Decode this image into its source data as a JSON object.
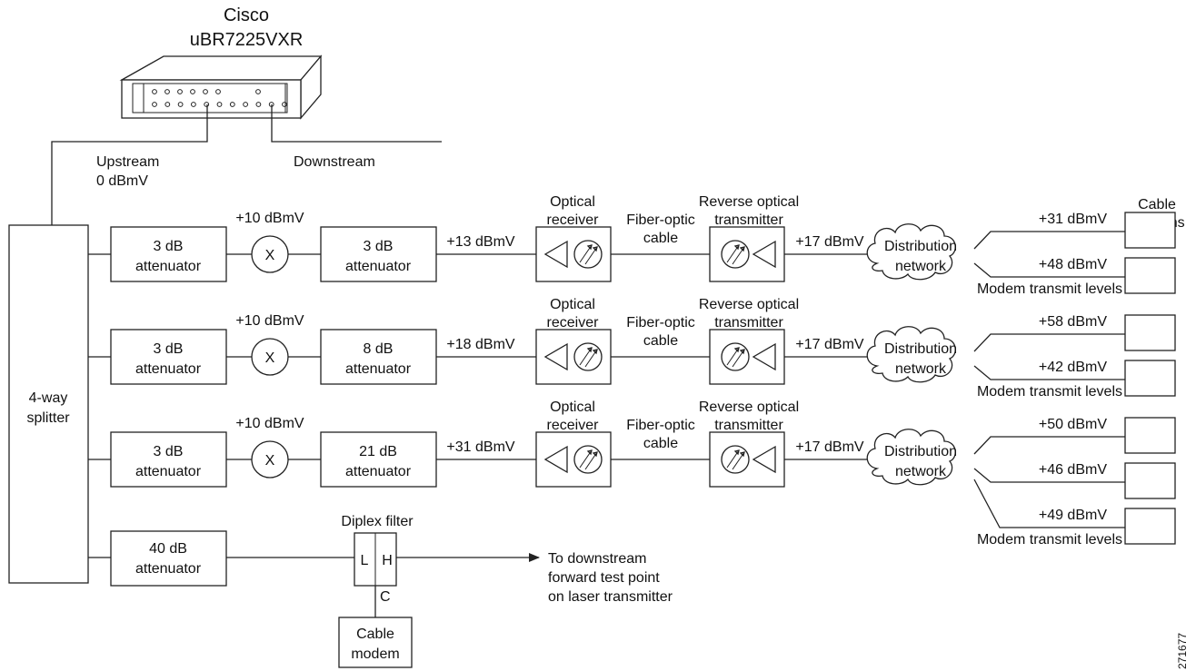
{
  "router": {
    "line1": "Cisco",
    "line2": "uBR7225VXR"
  },
  "upstream": {
    "line1": "Upstream",
    "line2": "0 dBmV"
  },
  "downstream": "Downstream",
  "splitter": {
    "line1": "4-way",
    "line2": "splitter"
  },
  "cable_modems_header": {
    "line1": "Cable",
    "line2": "modems"
  },
  "chains": [
    {
      "att1": {
        "line1": "3 dB",
        "line2": "attenuator"
      },
      "tap_level": "+10 dBmV",
      "tap_mark": "X",
      "att2": {
        "line1": "3 dB",
        "line2": "attenuator"
      },
      "rx_level": "+13 dBmV",
      "optical_receiver": {
        "line1": "Optical",
        "line2": "receiver"
      },
      "fiber": {
        "line1": "Fiber-optic",
        "line2": "cable"
      },
      "reverse_tx": {
        "line1": "Reverse optical",
        "line2": "transmitter"
      },
      "tx_level": "+17 dBmV",
      "network": {
        "line1": "Distribution",
        "line2": "network"
      },
      "modems": [
        "+31 dBmV",
        "+48 dBmV"
      ],
      "transmit_label": "Modem transmit levels"
    },
    {
      "att1": {
        "line1": "3 dB",
        "line2": "attenuator"
      },
      "tap_level": "+10 dBmV",
      "tap_mark": "X",
      "att2": {
        "line1": "8 dB",
        "line2": "attenuator"
      },
      "rx_level": "+18 dBmV",
      "optical_receiver": {
        "line1": "Optical",
        "line2": "receiver"
      },
      "fiber": {
        "line1": "Fiber-optic",
        "line2": "cable"
      },
      "reverse_tx": {
        "line1": "Reverse optical",
        "line2": "transmitter"
      },
      "tx_level": "+17 dBmV",
      "network": {
        "line1": "Distribution",
        "line2": "network"
      },
      "modems": [
        "+58 dBmV",
        "+42 dBmV"
      ],
      "transmit_label": "Modem transmit levels"
    },
    {
      "att1": {
        "line1": "3 dB",
        "line2": "attenuator"
      },
      "tap_level": "+10 dBmV",
      "tap_mark": "X",
      "att2": {
        "line1": "21 dB",
        "line2": "attenuator"
      },
      "rx_level": "+31 dBmV",
      "optical_receiver": {
        "line1": "Optical",
        "line2": "receiver"
      },
      "fiber": {
        "line1": "Fiber-optic",
        "line2": "cable"
      },
      "reverse_tx": {
        "line1": "Reverse optical",
        "line2": "transmitter"
      },
      "tx_level": "+17 dBmV",
      "network": {
        "line1": "Distribution",
        "line2": "network"
      },
      "modems": [
        "+50 dBmV",
        "+46 dBmV",
        "+49 dBmV"
      ],
      "transmit_label": "Modem transmit levels"
    }
  ],
  "bottom": {
    "att": {
      "line1": "40 dB",
      "line2": "attenuator"
    },
    "diplex_label": "Diplex filter",
    "diplex_l": "L",
    "diplex_h": "H",
    "diplex_c": "C",
    "cable_modem": {
      "line1": "Cable",
      "line2": "modem"
    },
    "downstream_note": {
      "line1": "To downstream",
      "line2": "forward test point",
      "line3": "on laser transmitter"
    }
  },
  "figure_id": "271677"
}
